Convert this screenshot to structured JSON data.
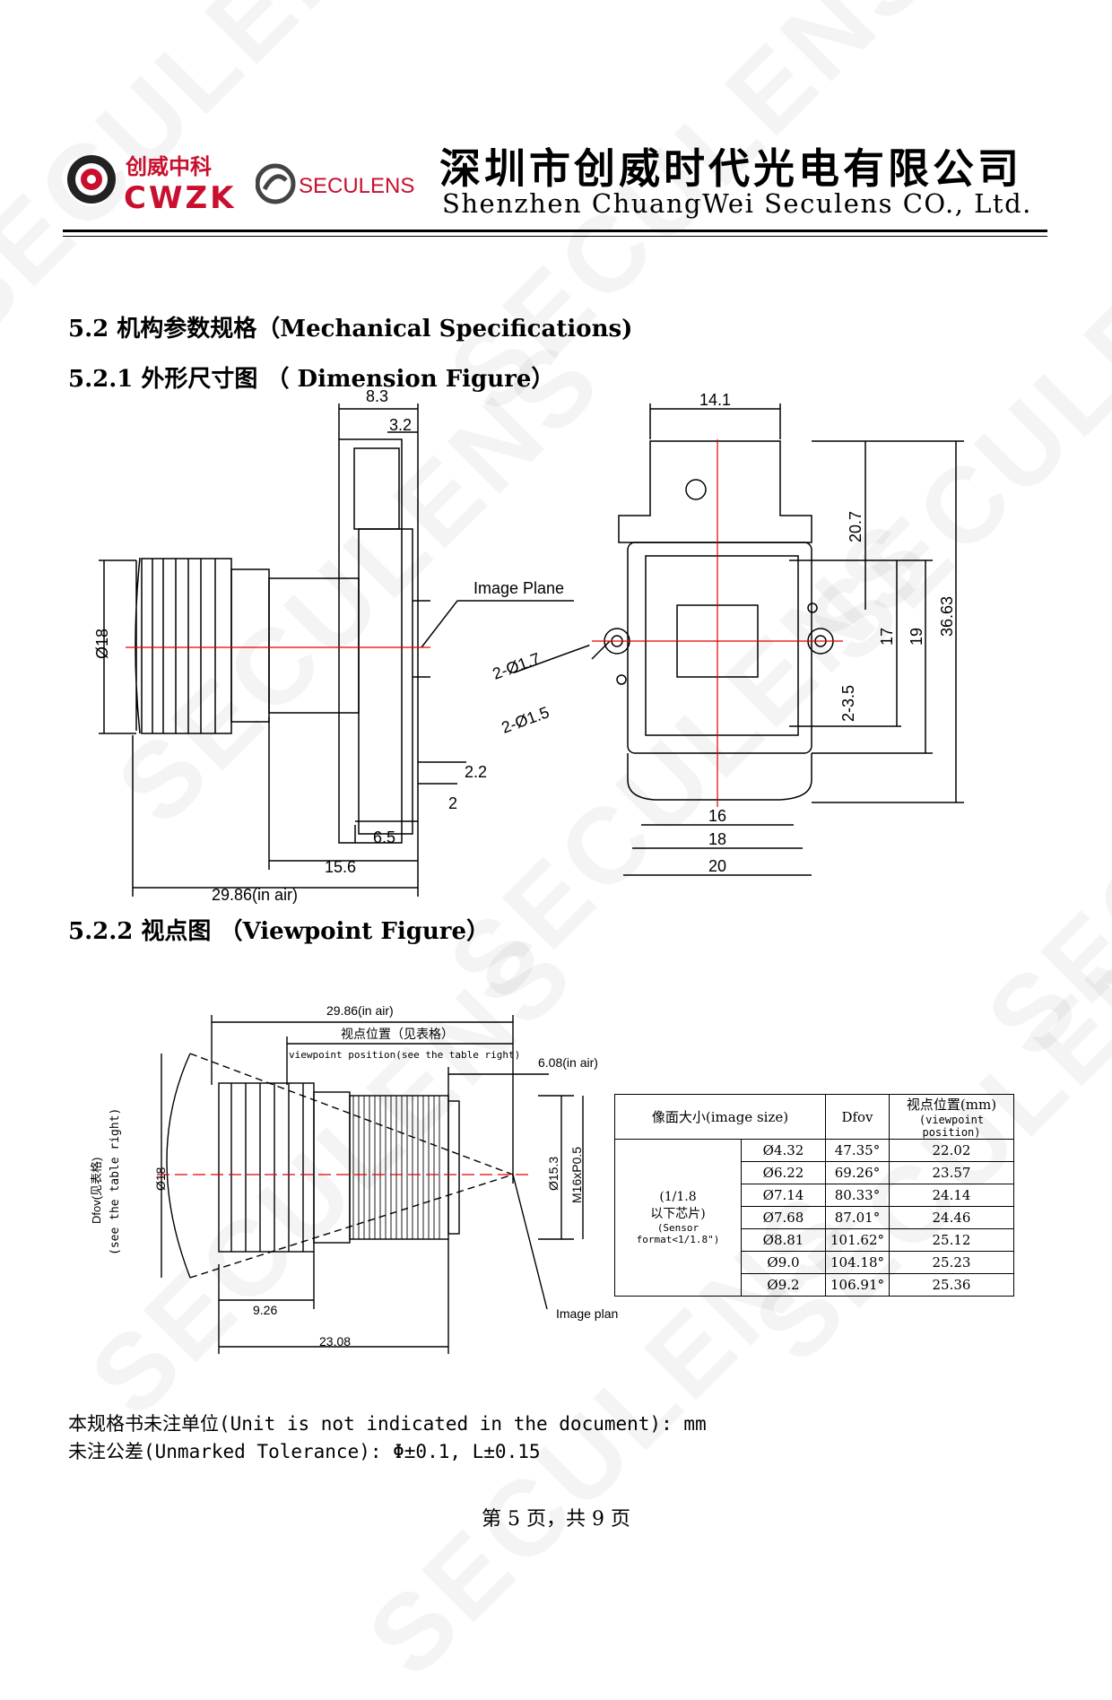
{
  "header": {
    "logo_cwzk_cn": "创威中科",
    "logo_cwzk_en": "CWZK",
    "logo_seculens": "SECULENS",
    "company_cn": "深圳市创威时代光电有限公司",
    "company_en": "Shenzhen ChuangWei Seculens CO., Ltd."
  },
  "watermark": "SECULENS",
  "sections": {
    "s52": "5.2 机构参数规格（Mechanical Specifications)",
    "s521": "5.2.1 外形尺寸图 （ Dimension Figure）",
    "s522": "5.2.2 视点图 （Viewpoint Figure）"
  },
  "dimension_figure": {
    "dims": {
      "d8_3": "8.3",
      "d3_2": "3.2",
      "d18": "Ø18",
      "image_plane": "Image Plane",
      "d2_2": "2.2",
      "d2": "2",
      "d6_5": "6.5",
      "d15_6": "15.6",
      "d29_86": "29.86(in air)",
      "d14_1": "14.1",
      "d20_7": "20.7",
      "d17": "17",
      "d19": "19",
      "d36_63": "36.63",
      "d2_phi1_7": "2-Ø1.7",
      "d2_phi1_5": "2-Ø1.5",
      "d2_3_5": "2-3.5",
      "d16": "16",
      "d18b": "18",
      "d20": "20"
    }
  },
  "viewpoint_figure": {
    "labels": {
      "d29_86": "29.86(in air)",
      "vp_cn": "视点位置（见表格）",
      "vp_en": "viewpoint position(see the table right)",
      "d6_08": "6.08(in air)",
      "dfov_cn": "Dfov(见表格)",
      "dfov_en": "(see the table right)",
      "phi18": "Ø18",
      "phi15_3": "Ø15.3",
      "m16": "M16xP0.5",
      "d9_26": "9.26",
      "d23_08": "23.08",
      "image_plane": "Image plane"
    },
    "table": {
      "h_size": "像面大小(image size)",
      "h_dfov": "Dfov",
      "h_vp": "视点位置(mm)",
      "h_vp_en": "(viewpoint position)",
      "group_cn1": "(1/1.8",
      "group_cn2": "以下芯片)",
      "group_en": "(Sensor format<1/1.8\")",
      "rows": [
        {
          "size": "Ø4.32",
          "dfov": "47.35°",
          "vp": "22.02"
        },
        {
          "size": "Ø6.22",
          "dfov": "69.26°",
          "vp": "23.57"
        },
        {
          "size": "Ø7.14",
          "dfov": "80.33°",
          "vp": "24.14"
        },
        {
          "size": "Ø7.68",
          "dfov": "87.01°",
          "vp": "24.46"
        },
        {
          "size": "Ø8.81",
          "dfov": "101.62°",
          "vp": "25.12"
        },
        {
          "size": "Ø9.0",
          "dfov": "104.18°",
          "vp": "25.23"
        },
        {
          "size": "Ø9.2",
          "dfov": "106.91°",
          "vp": "25.36"
        }
      ]
    }
  },
  "notes": {
    "unit": "本规格书未注单位(Unit is not indicated in the document): mm",
    "tolerance": "未注公差(Unmarked Tolerance): Φ±0.1, L±0.15"
  },
  "footer": {
    "page": "第 5 页，共 9 页"
  }
}
